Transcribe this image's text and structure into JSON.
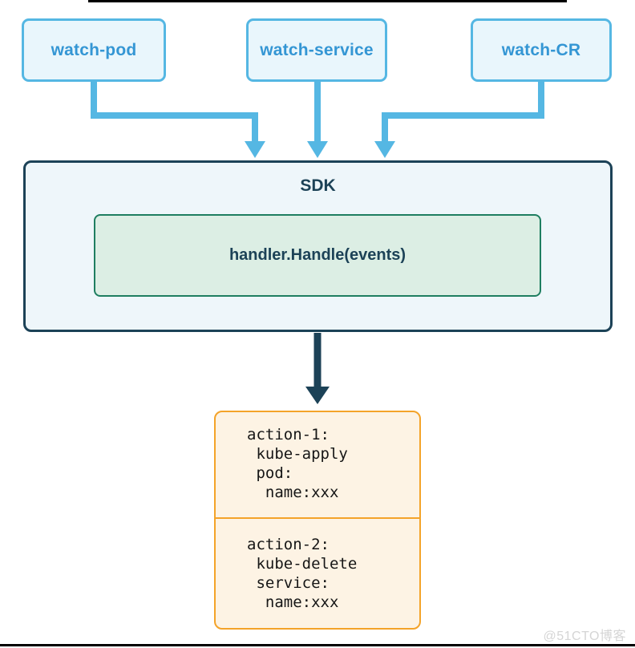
{
  "diagram": {
    "watch_nodes": [
      {
        "label": "watch-pod"
      },
      {
        "label": "watch-service"
      },
      {
        "label": "watch-CR"
      }
    ],
    "sdk": {
      "title": "SDK",
      "handler_label": "handler.Handle(events)"
    },
    "actions": {
      "action1": "action-1:\n kube-apply\n pod:\n  name:xxx",
      "action2": "action-2:\n kube-delete\n service:\n  name:xxx"
    },
    "watermark": "@51CTO博客",
    "colors": {
      "sky_blue": "#55b7e3",
      "watch_fill": "#e9f6fc",
      "watch_text": "#3496d4",
      "navy": "#1c4257",
      "sdk_fill": "#eef6fa",
      "green_border": "#1e7e60",
      "green_fill": "#dceee4",
      "orange_border": "#f4a329",
      "orange_fill": "#fdf3e4",
      "code_text": "#161616",
      "watermark_gray": "#d5d5d5",
      "frame_line": "#000000"
    }
  }
}
